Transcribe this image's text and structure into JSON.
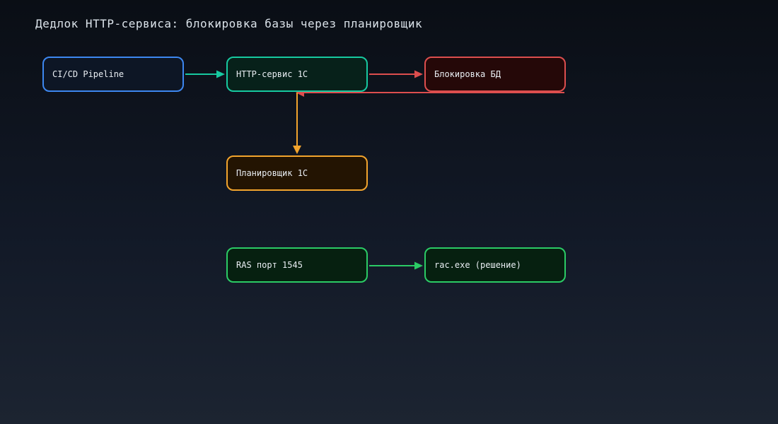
{
  "title": "Дедлок HTTP-сервиса: блокировка базы через планировщик",
  "theme": {
    "background_top": "#0a0e15",
    "background_bottom": "#1c2431",
    "title_color": "#dbe3ea",
    "node_text_color": "#e9eef3"
  },
  "diagram": {
    "nodes": [
      {
        "id": "cicd",
        "label": "CI/CD Pipeline",
        "border_color": "#3d87f0",
        "fill_color": "#0d1625"
      },
      {
        "id": "http",
        "label": "HTTP-сервис 1С",
        "border_color": "#17c9a0",
        "fill_color": "#07211a"
      },
      {
        "id": "dblock",
        "label": "Блокировка БД",
        "border_color": "#dd4e4e",
        "fill_color": "#250808"
      },
      {
        "id": "scheduler",
        "label": "Планировщик 1С",
        "border_color": "#f2a42d",
        "fill_color": "#231402"
      },
      {
        "id": "ras",
        "label": "RAS порт 1545",
        "border_color": "#2bcb65",
        "fill_color": "#062010"
      },
      {
        "id": "rac",
        "label": "rac.exe (решение)",
        "border_color": "#2bcb65",
        "fill_color": "#062010"
      }
    ],
    "edges": [
      {
        "id": "cicd-to-http",
        "from": "CI/CD Pipeline",
        "to": "HTTP-сервис 1С",
        "color": "#17c9a0"
      },
      {
        "id": "http-to-dblock",
        "from": "HTTP-сервис 1С",
        "to": "Блокировка БД",
        "color": "#dd4e4e"
      },
      {
        "id": "dblock-to-http",
        "from": "Блокировка БД",
        "to": "HTTP-сервис 1С",
        "color": "#dd4e4e"
      },
      {
        "id": "http-to-scheduler",
        "from": "HTTP-сервис 1С",
        "to": "Планировщик 1С",
        "color": "#f2a42d"
      },
      {
        "id": "ras-to-rac",
        "from": "RAS порт 1545",
        "to": "rac.exe (решение)",
        "color": "#2bcb65"
      }
    ]
  }
}
